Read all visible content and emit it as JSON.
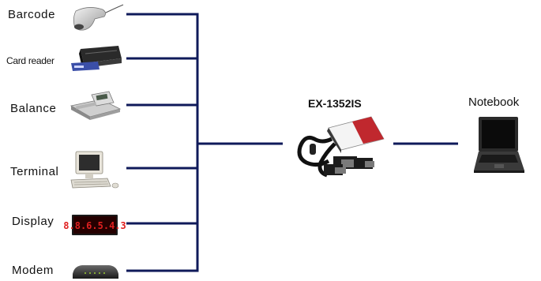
{
  "devices": [
    {
      "key": "barcode",
      "label": "Barcode",
      "icon": "barcode-scanner-icon"
    },
    {
      "key": "card_reader",
      "label": "Card reader",
      "icon": "card-reader-icon"
    },
    {
      "key": "balance",
      "label": "Balance",
      "icon": "scale-icon"
    },
    {
      "key": "terminal",
      "label": "Terminal",
      "icon": "terminal-icon"
    },
    {
      "key": "display",
      "label": "Display",
      "icon": "led-display-icon"
    },
    {
      "key": "modem",
      "label": "Modem",
      "icon": "modem-icon"
    }
  ],
  "adapter": {
    "label": "EX-1352IS",
    "icon": "pc-card-serial-adapter-icon"
  },
  "notebook": {
    "label": "Notebook",
    "icon": "notebook-icon"
  },
  "display_digits": "8.8.6.5.4.3",
  "colors": {
    "wire": "#0f1a5a",
    "led": "#d11a1a",
    "card_red": "#c0282e"
  }
}
